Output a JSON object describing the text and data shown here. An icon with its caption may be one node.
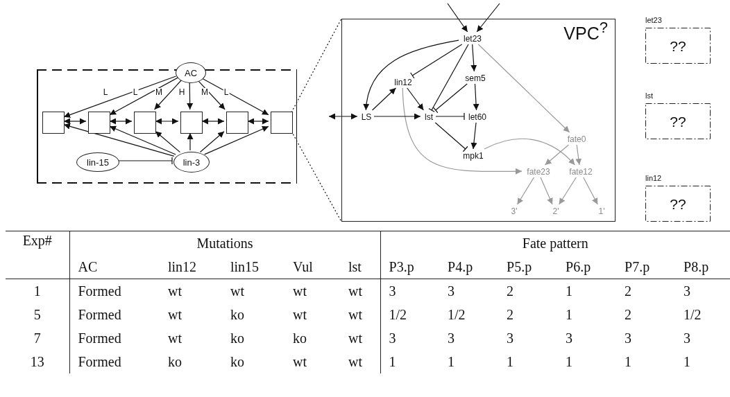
{
  "diagram": {
    "nodes": [
      {
        "text": [],
        "shape": "box"
      },
      {
        "text": [
          "AC"
        ],
        "in": 0
      },
      {
        "text": [],
        "shape": "box",
        "in": 0
      },
      {
        "text": [],
        "shape": "box",
        "in": 0
      },
      {
        "text": [],
        "shape": "box",
        "in": 0
      },
      {
        "text": [],
        "shape": "box",
        "in": 0
      },
      {
        "text": [],
        "shape": "box",
        "in": 0
      },
      {
        "text": [],
        "shape": "box",
        "in": 0
      },
      {
        "text": [
          "lin-15"
        ],
        "in": 0
      },
      {
        "text": [
          "lin-3"
        ],
        "in": 0
      },
      {
        "text": [
          "VPC$^{?}$"
        ]
      },
      {
        "text": [
          "let23"
        ],
        "in": 10
      },
      {
        "text": [
          "lin12"
        ],
        "in": 10
      },
      {
        "text": [
          "sem5"
        ],
        "in": 10
      },
      {
        "text": [
          "LS"
        ],
        "in": 10
      },
      {
        "text": [
          "lst"
        ],
        "in": 10
      },
      {
        "text": [
          "let60"
        ],
        "in": 10
      },
      {
        "text": [
          "mpk1"
        ],
        "in": 10
      },
      {
        "text": [
          "fate0"
        ],
        "in": 10
      },
      {
        "text": [
          "fate23"
        ],
        "in": 10
      },
      {
        "text": [
          "fate12"
        ],
        "in": 10
      },
      {
        "text": [
          "3'"
        ],
        "in": 10
      },
      {
        "text": [
          "2'"
        ],
        "in": 10
      },
      {
        "text": [
          "1'"
        ],
        "in": 10
      },
      {
        "text": [
          "let23",
          "??"
        ]
      },
      {
        "text": [
          "lst",
          "??"
        ]
      },
      {
        "text": [
          "lin12",
          "??"
        ]
      }
    ],
    "edges": [
      {
        "from": 1,
        "to": 2,
        "arrow": "to",
        "label": "L"
      },
      {
        "from": 1,
        "to": 3,
        "arrow": "to",
        "label": "L"
      },
      {
        "from": 1,
        "to": 4,
        "arrow": "to",
        "label": "M"
      },
      {
        "from": 1,
        "to": 5,
        "arrow": "to",
        "label": "H"
      },
      {
        "from": 1,
        "to": 6,
        "arrow": "to",
        "label": "M"
      },
      {
        "from": 1,
        "to": 7,
        "arrow": "to",
        "label": "L"
      },
      {
        "from": 2,
        "to": 3,
        "arrow": "both"
      },
      {
        "from": 3,
        "to": 4,
        "arrow": "both"
      },
      {
        "from": 4,
        "to": 5,
        "arrow": "both"
      },
      {
        "from": 5,
        "to": 6,
        "arrow": "both"
      },
      {
        "from": 6,
        "to": 7,
        "arrow": "both"
      },
      {
        "from": 9,
        "to": 2,
        "arrow": "to"
      },
      {
        "from": 9,
        "to": 3,
        "arrow": "to"
      },
      {
        "from": 9,
        "to": 4,
        "arrow": "to"
      },
      {
        "from": 9,
        "to": 5,
        "arrow": "to"
      },
      {
        "from": 9,
        "to": 6,
        "arrow": "to"
      },
      {
        "from": 9,
        "to": 7,
        "arrow": "to"
      },
      {
        "from": 8,
        "to": 9,
        "arrow": "other"
      },
      {
        "from": 7,
        "to": 10,
        "arrow": "none",
        "style": "dashed"
      },
      {
        "from": 7,
        "to": 10,
        "arrow": "none",
        "style": "dashed"
      },
      {
        "from": null,
        "to": 11,
        "arrow": "to"
      },
      {
        "from": null,
        "to": 11,
        "arrow": "to"
      },
      {
        "from": null,
        "to": 14,
        "arrow": "both"
      },
      {
        "from": 11,
        "to": 14,
        "arrow": "to"
      },
      {
        "from": 11,
        "to": 12,
        "arrow": "other"
      },
      {
        "from": 11,
        "to": 15,
        "arrow": "other"
      },
      {
        "from": 11,
        "to": 13,
        "arrow": "to"
      },
      {
        "from": 11,
        "to": 18,
        "arrow": "to",
        "color": "#999999"
      },
      {
        "from": 14,
        "to": 12,
        "arrow": "to"
      },
      {
        "from": 12,
        "to": 15,
        "arrow": "to"
      },
      {
        "from": 12,
        "to": 19,
        "arrow": "to",
        "color": "#999999"
      },
      {
        "from": 14,
        "to": 15,
        "arrow": "to"
      },
      {
        "from": 13,
        "to": 15,
        "arrow": "other"
      },
      {
        "from": 13,
        "to": 16,
        "arrow": "to"
      },
      {
        "from": 15,
        "to": 16,
        "arrow": "other"
      },
      {
        "from": 15,
        "to": 17,
        "arrow": "other"
      },
      {
        "from": 16,
        "to": 17,
        "arrow": "to"
      },
      {
        "from": 17,
        "to": 20,
        "arrow": "to",
        "color": "#999999"
      },
      {
        "from": 18,
        "to": 19,
        "arrow": "to",
        "color": "#999999"
      },
      {
        "from": 18,
        "to": 20,
        "arrow": "to",
        "color": "#999999"
      },
      {
        "from": 19,
        "to": 21,
        "arrow": "to",
        "color": "#999999"
      },
      {
        "from": 19,
        "to": 22,
        "arrow": "to",
        "color": "#999999"
      },
      {
        "from": 20,
        "to": 22,
        "arrow": "to",
        "color": "#999999"
      },
      {
        "from": 20,
        "to": 23,
        "arrow": "to",
        "color": "#999999"
      }
    ],
    "labels": [
      "Exp#",
      "Mutations",
      "Fate pattern",
      "AC",
      "lin12",
      "lin15",
      "Vul",
      "lst",
      "P3.p",
      "P4.p",
      "P5.p",
      "P6.p",
      "P7.p",
      "P8.p",
      "1",
      "Formed",
      "wt",
      "wt",
      "wt",
      "wt",
      "3",
      "3",
      "2",
      "1",
      "2",
      "3",
      "5",
      "Formed",
      "wt",
      "ko",
      "wt",
      "wt",
      "1/2",
      "1/2",
      "2",
      "1",
      "2",
      "1/2",
      "7",
      "Formed",
      "wt",
      "ko",
      "ko",
      "wt",
      "3",
      "3",
      "3",
      "3",
      "3",
      "3",
      "13",
      "Formed",
      "ko",
      "ko",
      "wt",
      "wt",
      "1",
      "1",
      "1",
      "1",
      "1",
      "1"
    ]
  }
}
